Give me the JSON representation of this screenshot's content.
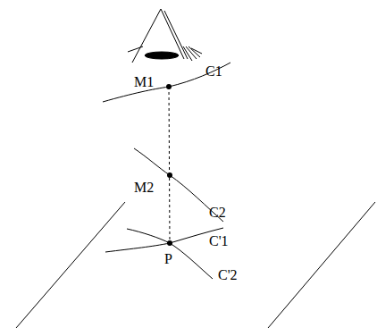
{
  "diagram": {
    "labels": [
      "M1",
      "C1",
      "M2",
      "C2",
      "P",
      "C'1",
      "C'2"
    ]
  }
}
